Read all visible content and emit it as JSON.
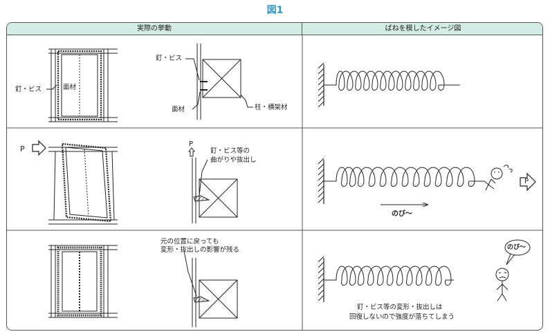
{
  "figure_title": "図1",
  "columns": {
    "left": "実際の挙動",
    "right": "ばねを模したイメージ図"
  },
  "rows": [
    {
      "panel_label": "面材",
      "nail_label": "釘・ビス",
      "detail_nail_label": "釘・ビス",
      "detail_board_label": "面材",
      "detail_post_label": "柱・横架材"
    },
    {
      "load_label": "P",
      "detail_load_label": "P",
      "detail_note_line1": "釘・ビス等の",
      "detail_note_line2": "曲がりや抜出し",
      "spring_load_label": "P",
      "stretch_label": "のび～"
    },
    {
      "note_line1": "元の位置に戻っても",
      "note_line2": "変形・抜出しの影響が残る",
      "speech_label": "のび～",
      "caption_line1": "釘・ビス等の変形・抜出しは",
      "caption_line2": "回復しないので強度が落ちてしまう"
    }
  ]
}
